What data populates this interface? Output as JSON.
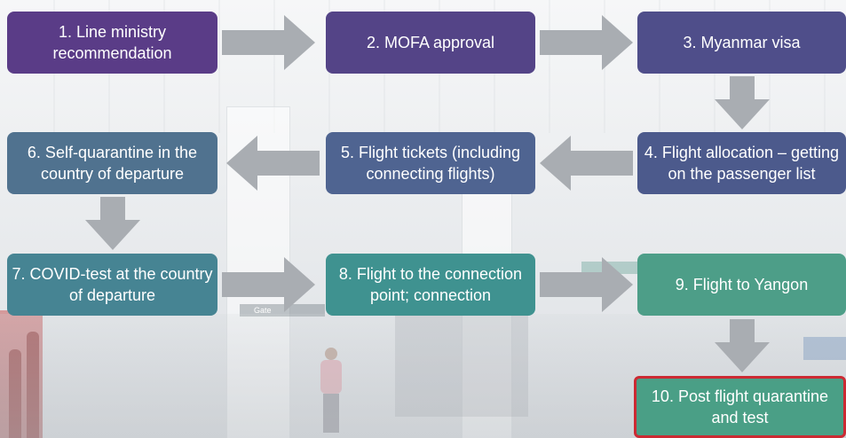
{
  "steps": [
    {
      "label": "1. Line ministry recommendation"
    },
    {
      "label": "2. MOFA approval"
    },
    {
      "label": "3. Myanmar visa"
    },
    {
      "label": "4. Flight allocation – getting on the passenger list"
    },
    {
      "label": "5. Flight tickets (including connecting flights)"
    },
    {
      "label": "6. Self-quarantine in the country of departure"
    },
    {
      "label": "7. COVID-test at the country of departure"
    },
    {
      "label": "8. Flight to the connection point; connection"
    },
    {
      "label": "9. Flight to Yangon"
    },
    {
      "label": "10. Post flight quarantine and test"
    }
  ],
  "background": {
    "gate_sign": "Gate"
  },
  "colors": {
    "arrow": "#a9adb2",
    "highlight_border": "#cc2a33",
    "text": "#ffffff"
  }
}
